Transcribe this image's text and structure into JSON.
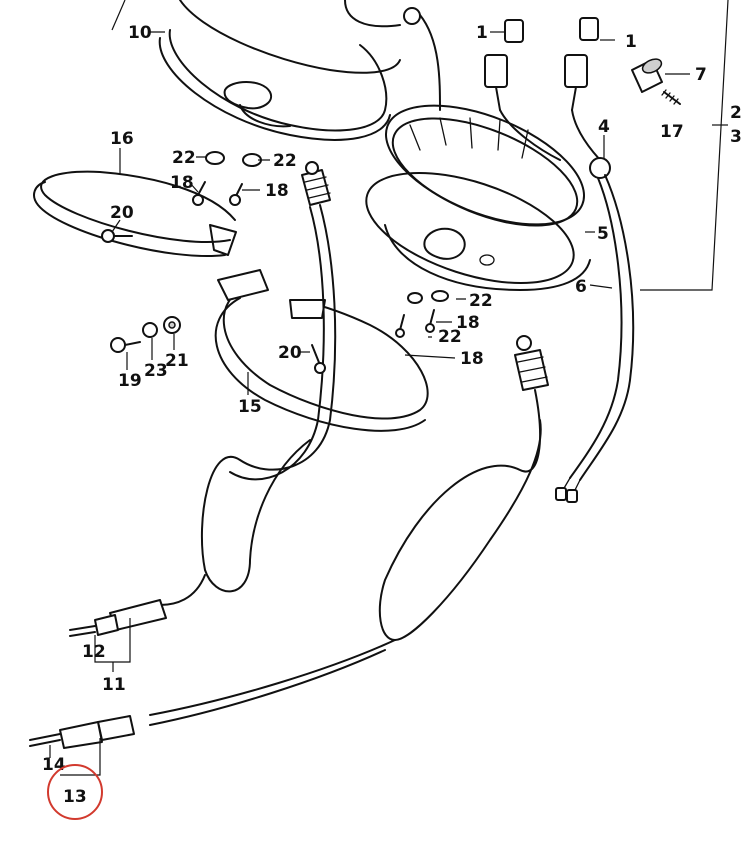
{
  "highlight_color": "#d23a2e",
  "highlighted_part": "13",
  "callouts": {
    "c1a": "1",
    "c1b": "1",
    "c2": "2",
    "c3": "3",
    "c4": "4",
    "c5": "5",
    "c6": "6",
    "c7": "7",
    "c10": "10",
    "c11": "11",
    "c12": "12",
    "c13": "13",
    "c14": "14",
    "c15": "15",
    "c16": "16",
    "c17": "17",
    "c18a": "18",
    "c18b": "18",
    "c18c": "18",
    "c18d": "18",
    "c19": "19",
    "c20a": "20",
    "c20b": "20",
    "c21": "21",
    "c22a": "22",
    "c22b": "22",
    "c22c": "22",
    "c22d": "22",
    "c23": "23"
  }
}
